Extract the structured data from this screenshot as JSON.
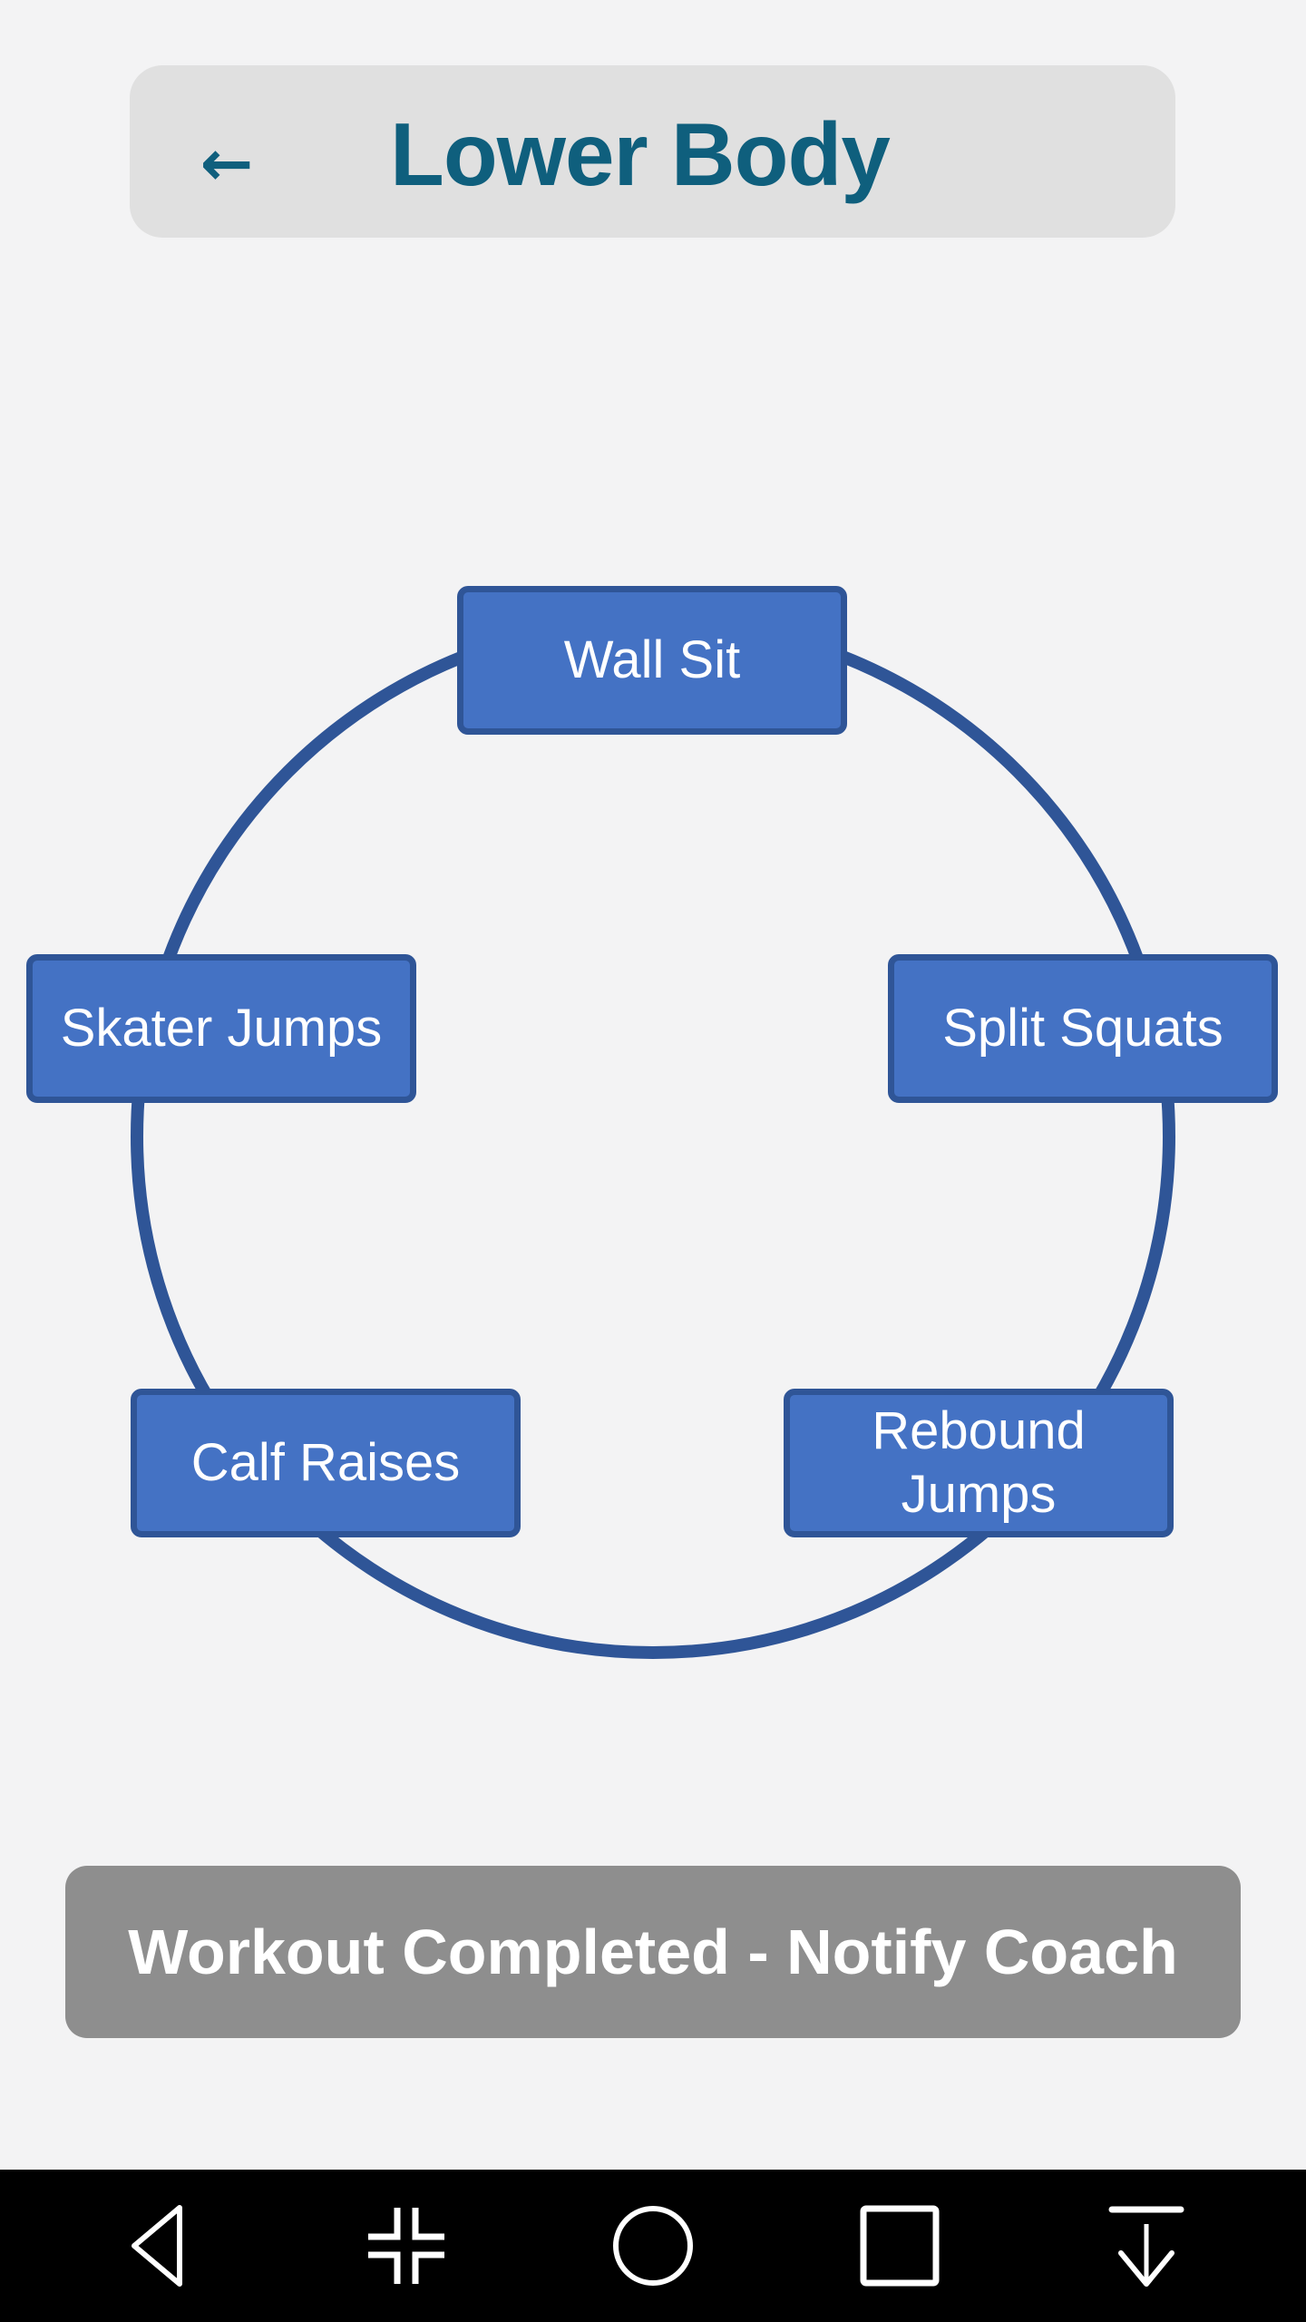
{
  "header": {
    "back_icon": "←",
    "title": "Lower Body"
  },
  "diagram": {
    "type": "circular-cycle",
    "nodes": [
      {
        "label": "Wall Sit"
      },
      {
        "label": "Split Squats"
      },
      {
        "label": "Rebound Jumps"
      },
      {
        "label": "Calf Raises"
      },
      {
        "label": "Skater Jumps"
      }
    ]
  },
  "actions": {
    "notify_label": "Workout Completed - Notify Coach"
  },
  "navbar": {
    "items": [
      {
        "icon": "back-triangle-icon"
      },
      {
        "icon": "compress-icon"
      },
      {
        "icon": "home-circle-icon"
      },
      {
        "icon": "recents-square-icon"
      },
      {
        "icon": "download-arrow-icon"
      }
    ]
  },
  "colors": {
    "background": "#F3F3F4",
    "header_bg": "#E0E0E0",
    "title": "#0F5F7D",
    "node_fill": "#4472C4",
    "node_border": "#2F5597",
    "button_bg": "#8E8E8E",
    "navbar_bg": "#000000"
  }
}
